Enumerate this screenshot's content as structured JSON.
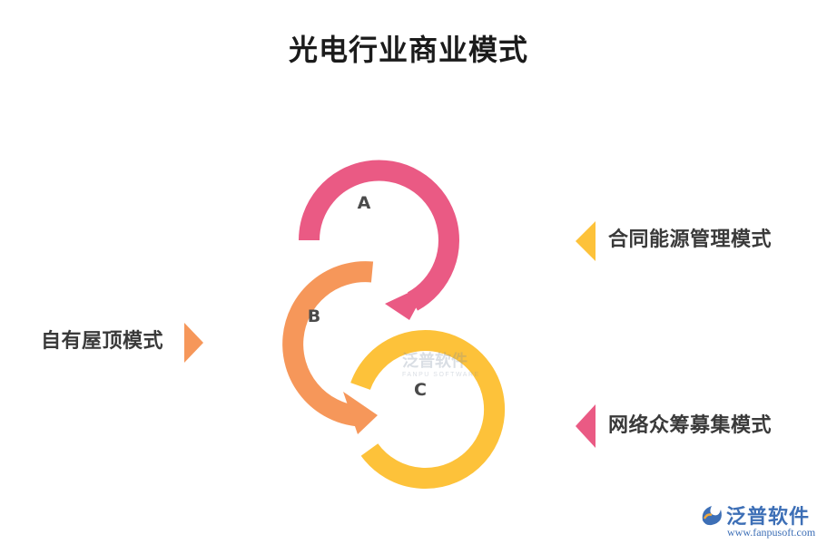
{
  "title": "光电行业商业模式",
  "circles": [
    {
      "letter": "A",
      "color": "#ea5a84"
    },
    {
      "letter": "B",
      "color": "#f6975a"
    },
    {
      "letter": "C",
      "color": "#fdc23a"
    }
  ],
  "labels": [
    {
      "text": "合同能源管理模式",
      "color": "#fdc23a"
    },
    {
      "text": "网络众筹募集模式",
      "color": "#ea5a84"
    },
    {
      "text": "自有屋顶模式",
      "color": "#f6975a"
    }
  ],
  "watermark": {
    "cn": "泛普软件",
    "en": "FANPU SOFTWARE"
  },
  "brand": {
    "name": "泛普软件",
    "url": "www.fanpusoft.com"
  }
}
